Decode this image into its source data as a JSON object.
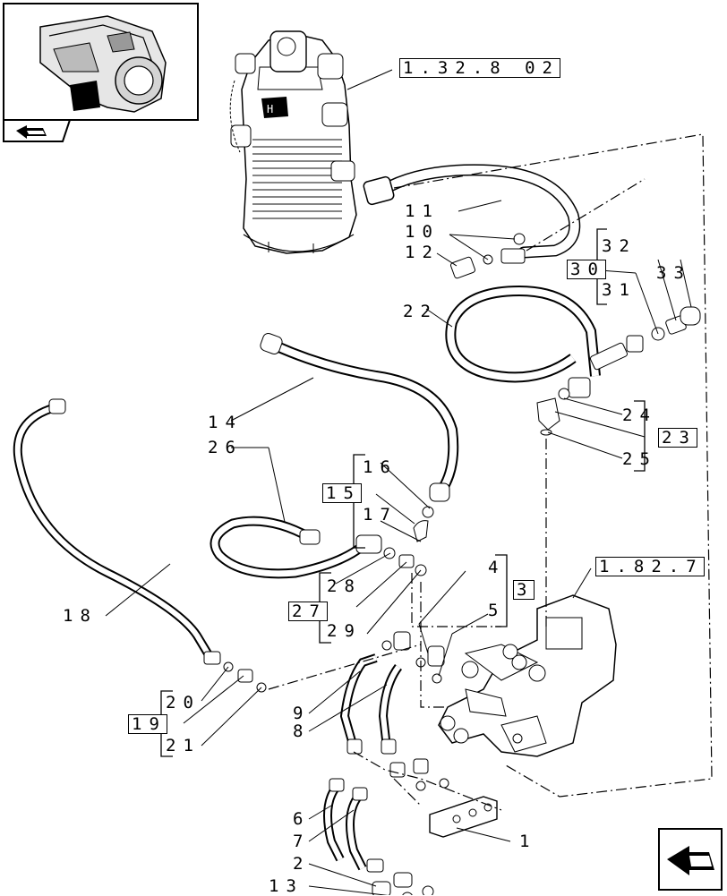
{
  "references": {
    "ref_1_32_8_02": "1.32.8 02",
    "ref_1_82_7": "1.82.7"
  },
  "callouts": {
    "c1": "1",
    "c2": "2",
    "c3": "3",
    "c4": "4",
    "c5": "5",
    "c6": "6",
    "c7": "7",
    "c8": "8",
    "c9": "9",
    "c10": "10",
    "c11": "11",
    "c12": "12",
    "c13": "13",
    "c14": "14",
    "c15": "15",
    "c16": "16",
    "c17": "17",
    "c18": "18",
    "c19": "19",
    "c20": "20",
    "c21": "21",
    "c22": "22",
    "c23": "23",
    "c24": "24",
    "c25": "25",
    "c26": "26",
    "c27": "27",
    "c28": "28",
    "c29": "29",
    "c30": "30",
    "c31": "31",
    "c32": "32",
    "c33": "33"
  },
  "icons": {
    "thumbnail": "transmission-thumbnail-icon",
    "back": "back-arrow-icon",
    "nav": "next-page-arrow-icon"
  }
}
